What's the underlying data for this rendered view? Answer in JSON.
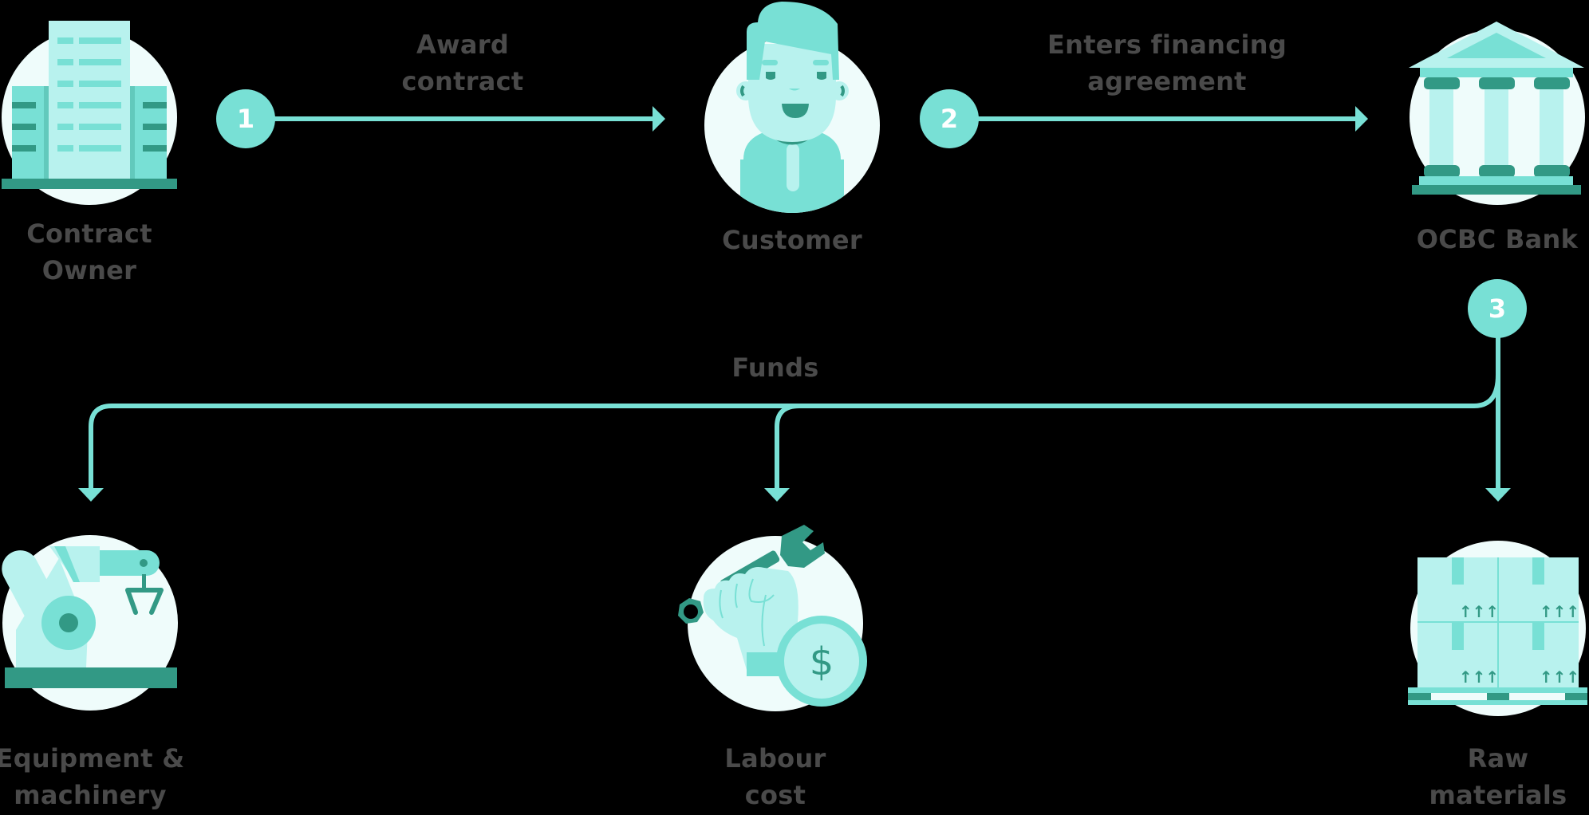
{
  "colors": {
    "background": "#000000",
    "accent": "#78e0d5",
    "accent_light": "#b8f2ee",
    "accent_dark": "#329985",
    "circle_bg": "#effcfb",
    "label_text": "#4a4a4a",
    "step_text": "#ffffff"
  },
  "nodes": {
    "contract_owner": {
      "label_line1": "Contract",
      "label_line2": "Owner",
      "icon": "office-building-icon"
    },
    "customer": {
      "label": "Customer",
      "icon": "person-avatar-icon"
    },
    "bank": {
      "label": "OCBC Bank",
      "icon": "bank-building-icon"
    },
    "equipment": {
      "label_line1": "Equipment &",
      "label_line2": "machinery",
      "icon": "robotic-arm-icon"
    },
    "labour": {
      "label_line1": "Labour",
      "label_line2": "cost",
      "icon": "hand-wrench-coin-icon"
    },
    "raw_materials": {
      "label_line1": "Raw",
      "label_line2": "materials",
      "icon": "pallet-boxes-icon"
    }
  },
  "steps": [
    {
      "number": "1",
      "label_line1": "Award",
      "label_line2": "contract",
      "from": "Contract Owner",
      "to": "Customer"
    },
    {
      "number": "2",
      "label_line1": "Enters financing",
      "label_line2": "agreement",
      "from": "Customer",
      "to": "OCBC Bank"
    },
    {
      "number": "3",
      "label": "Funds",
      "from": "OCBC Bank",
      "to": [
        "Equipment & machinery",
        "Labour cost",
        "Raw materials"
      ]
    }
  ]
}
